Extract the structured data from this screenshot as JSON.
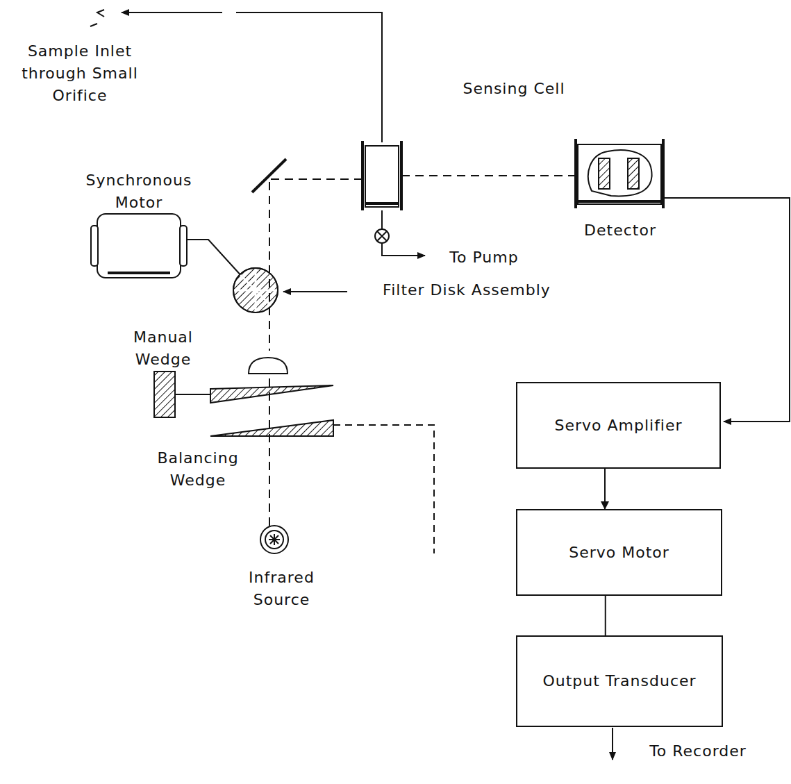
{
  "diagram": {
    "nodes": [
      {
        "text": [
          "Servo Amplifier"
        ]
      },
      {
        "text": [
          "Servo Motor"
        ]
      },
      {
        "text": [
          "Output Transducer"
        ]
      }
    ],
    "edges": [
      {
        "from": 0,
        "to": 1,
        "arrow": "to"
      },
      {
        "from": 1,
        "to": 2,
        "arrow": "none"
      }
    ],
    "labels": [
      "Sample Inlet through Small Orifice",
      "Sensing Cell",
      "Synchronous Motor",
      "Detector",
      "To Pump",
      "Filter Disk Assembly",
      "Manual Wedge",
      "Balancing Wedge",
      "Infrared Source",
      "To Recorder"
    ]
  }
}
